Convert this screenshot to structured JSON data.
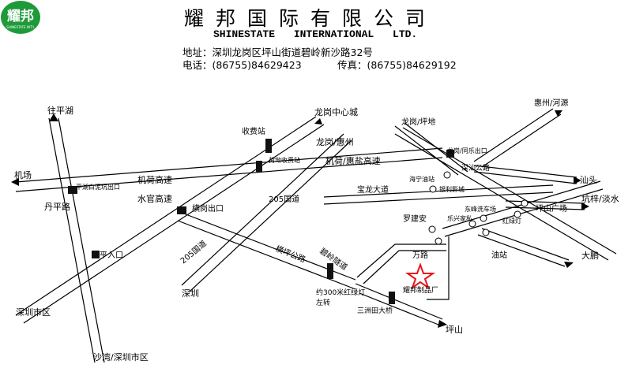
{
  "header": {
    "logo_text": "耀邦",
    "logo_sub": "SHINESTATE INT'L",
    "company_cn": "耀邦国际有限公司",
    "company_en": "SHINESTATE   INTERNATIONAL   LTD.",
    "address": "地址：深圳龙岗区坪山街道碧岭新沙路32号",
    "phone": "电话：(86755)84629423",
    "fax": "传真：(86755)84629192"
  },
  "colors": {
    "road": "#000000",
    "background": "#ffffff",
    "marker": "#e8141b",
    "logo_green": "#1f9a3a"
  },
  "map": {
    "labels": {
      "wangpinghu": "往平湖",
      "jichang": "机场",
      "pinghu_exit": "平湖白泥坑出口",
      "danping": "丹平路",
      "shuiguan": "水官高速",
      "pingdi_entry": "平入口",
      "shenzhen_city1": "深圳市区",
      "shawan": "沙湾/深圳市区",
      "shoufeizhan": "收费站",
      "longgang_center": "龙岗中心城",
      "longgang_huizhou": "龙岗/惠州",
      "heao_toll": "荷坳收费站",
      "jihe_highway": "机荷高速",
      "jihe_huiyan": "机荷/惠盐高速",
      "g205_1": "205国道",
      "henggang_exit": "横岗出口",
      "g205_2": "205国道",
      "shenzhen2": "深圳",
      "hengping": "横坪公路",
      "biling_tunnel": "碧岭隧道",
      "light300_a": "约300米红绿灯",
      "light300_b": "左转",
      "sanzhoutian": "三洲田大桥",
      "factory": "耀邦制品厂",
      "pingshan": "坪山",
      "wanlu": "万路",
      "luojianan": "罗建安",
      "youzhan": "油站",
      "dapeng": "大鹏",
      "longgang_pingdi": "龙岗/坪地",
      "huizhou_heyuan": "惠州/河源",
      "tongle_exit": "龙岗/同乐出口",
      "shenshan": "深汕公路",
      "shantou": "汕头",
      "haining": "海宁油站",
      "yinli": "银利影城",
      "baolong": "宝龙大道",
      "jiafeng": "东峰洗车场",
      "lexing": "乐兴家私",
      "hongludeng": "红绿灯",
      "pingshan_square": "坪山广场",
      "kengzi": "坑梓/淡水"
    }
  }
}
